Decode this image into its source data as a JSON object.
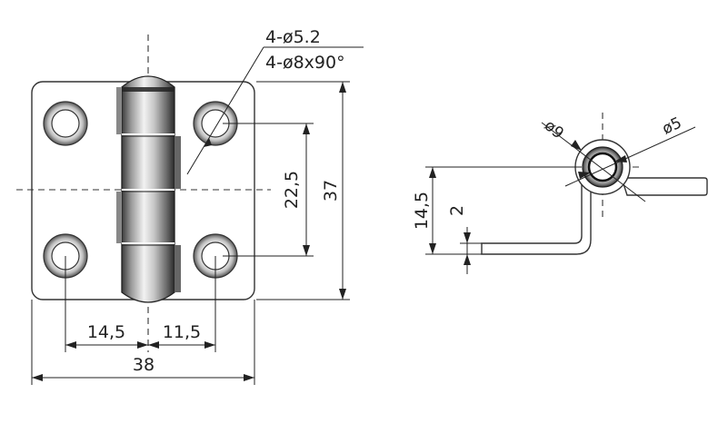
{
  "front_view": {
    "hole_callout_line1": "4-ø5.2",
    "hole_callout_line2": "4-ø8x90°",
    "dim_left_offset": "14,5",
    "dim_right_offset": "11,5",
    "dim_width": "38",
    "dim_hole_pitch": "22,5",
    "dim_height": "37"
  },
  "side_view": {
    "dim_pin_outer": "ø9",
    "dim_pin_inner": "ø5",
    "dim_offset_height": "14,5",
    "dim_thickness": "2"
  }
}
